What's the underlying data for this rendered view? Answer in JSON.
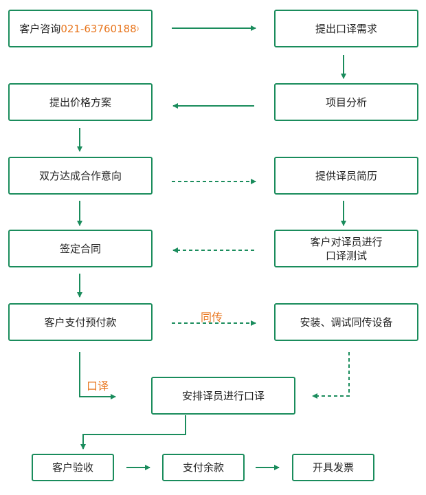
{
  "nodes": {
    "consult_text": "客户咨询",
    "consult_phone": "021-63760188",
    "consult_mark": "》",
    "request": "提出口译需求",
    "analysis": "项目分析",
    "pricing": "提出价格方案",
    "intent": "双方达成合作意向",
    "resume": "提供译员简历",
    "test_line1": "客户对译员进行",
    "test_line2": "口译测试",
    "contract": "签定合同",
    "deposit": "客户支付预付款",
    "install": "安装、调试同传设备",
    "arrange": "安排译员进行口译",
    "accept": "客户验收",
    "balance": "支付余款",
    "invoice": "开具发票"
  },
  "edge_labels": {
    "simultaneous": "同传",
    "interpretation": "口译"
  },
  "colors": {
    "border": "#1a8c5c",
    "accent": "#e8761e"
  }
}
